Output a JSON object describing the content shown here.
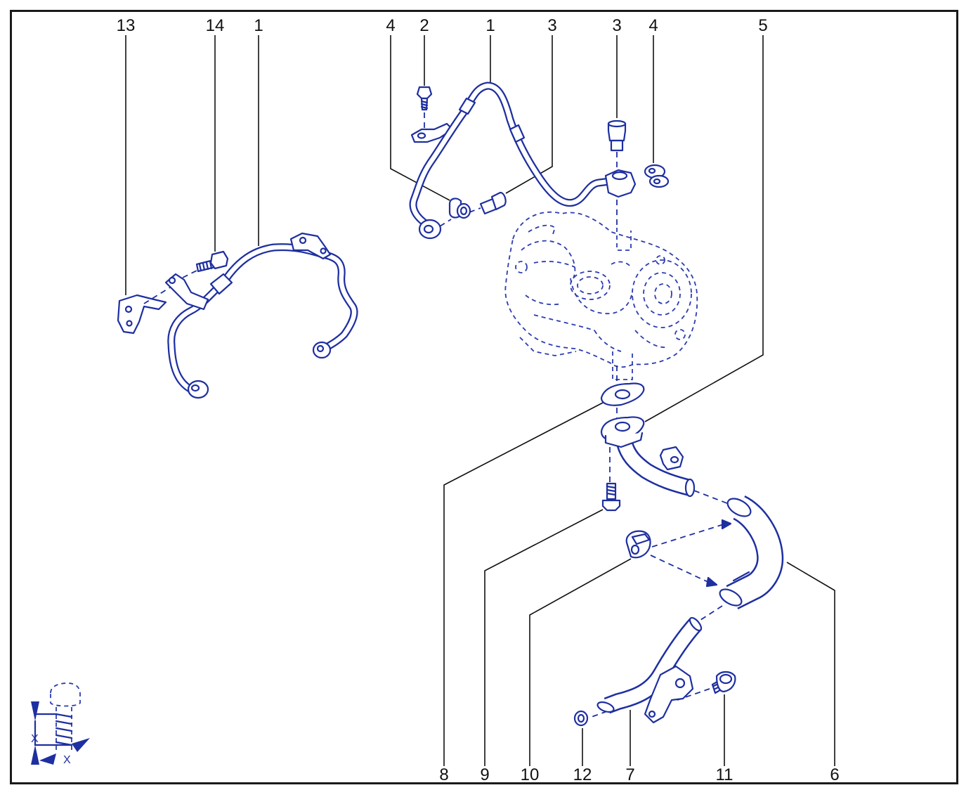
{
  "callouts": [
    {
      "id": "c13",
      "text": "13"
    },
    {
      "id": "c14",
      "text": "14"
    },
    {
      "id": "c1a",
      "text": "1"
    },
    {
      "id": "c4a",
      "text": "4"
    },
    {
      "id": "c2",
      "text": "2"
    },
    {
      "id": "c1b",
      "text": "1"
    },
    {
      "id": "c3a",
      "text": "3"
    },
    {
      "id": "c3b",
      "text": "3"
    },
    {
      "id": "c4b",
      "text": "4"
    },
    {
      "id": "c5",
      "text": "5"
    },
    {
      "id": "c8",
      "text": "8"
    },
    {
      "id": "c9",
      "text": "9"
    },
    {
      "id": "c10",
      "text": "10"
    },
    {
      "id": "c12",
      "text": "12"
    },
    {
      "id": "c7",
      "text": "7"
    },
    {
      "id": "c11",
      "text": "11"
    },
    {
      "id": "c6",
      "text": "6"
    }
  ],
  "thread_symbol": {
    "dimension_label_vertical": "X",
    "dimension_label_horizontal": "X"
  },
  "colors": {
    "parts": "#1e2fa0",
    "callouts": "#111111",
    "frame": "#1a1a1a",
    "background": "#ffffff"
  }
}
